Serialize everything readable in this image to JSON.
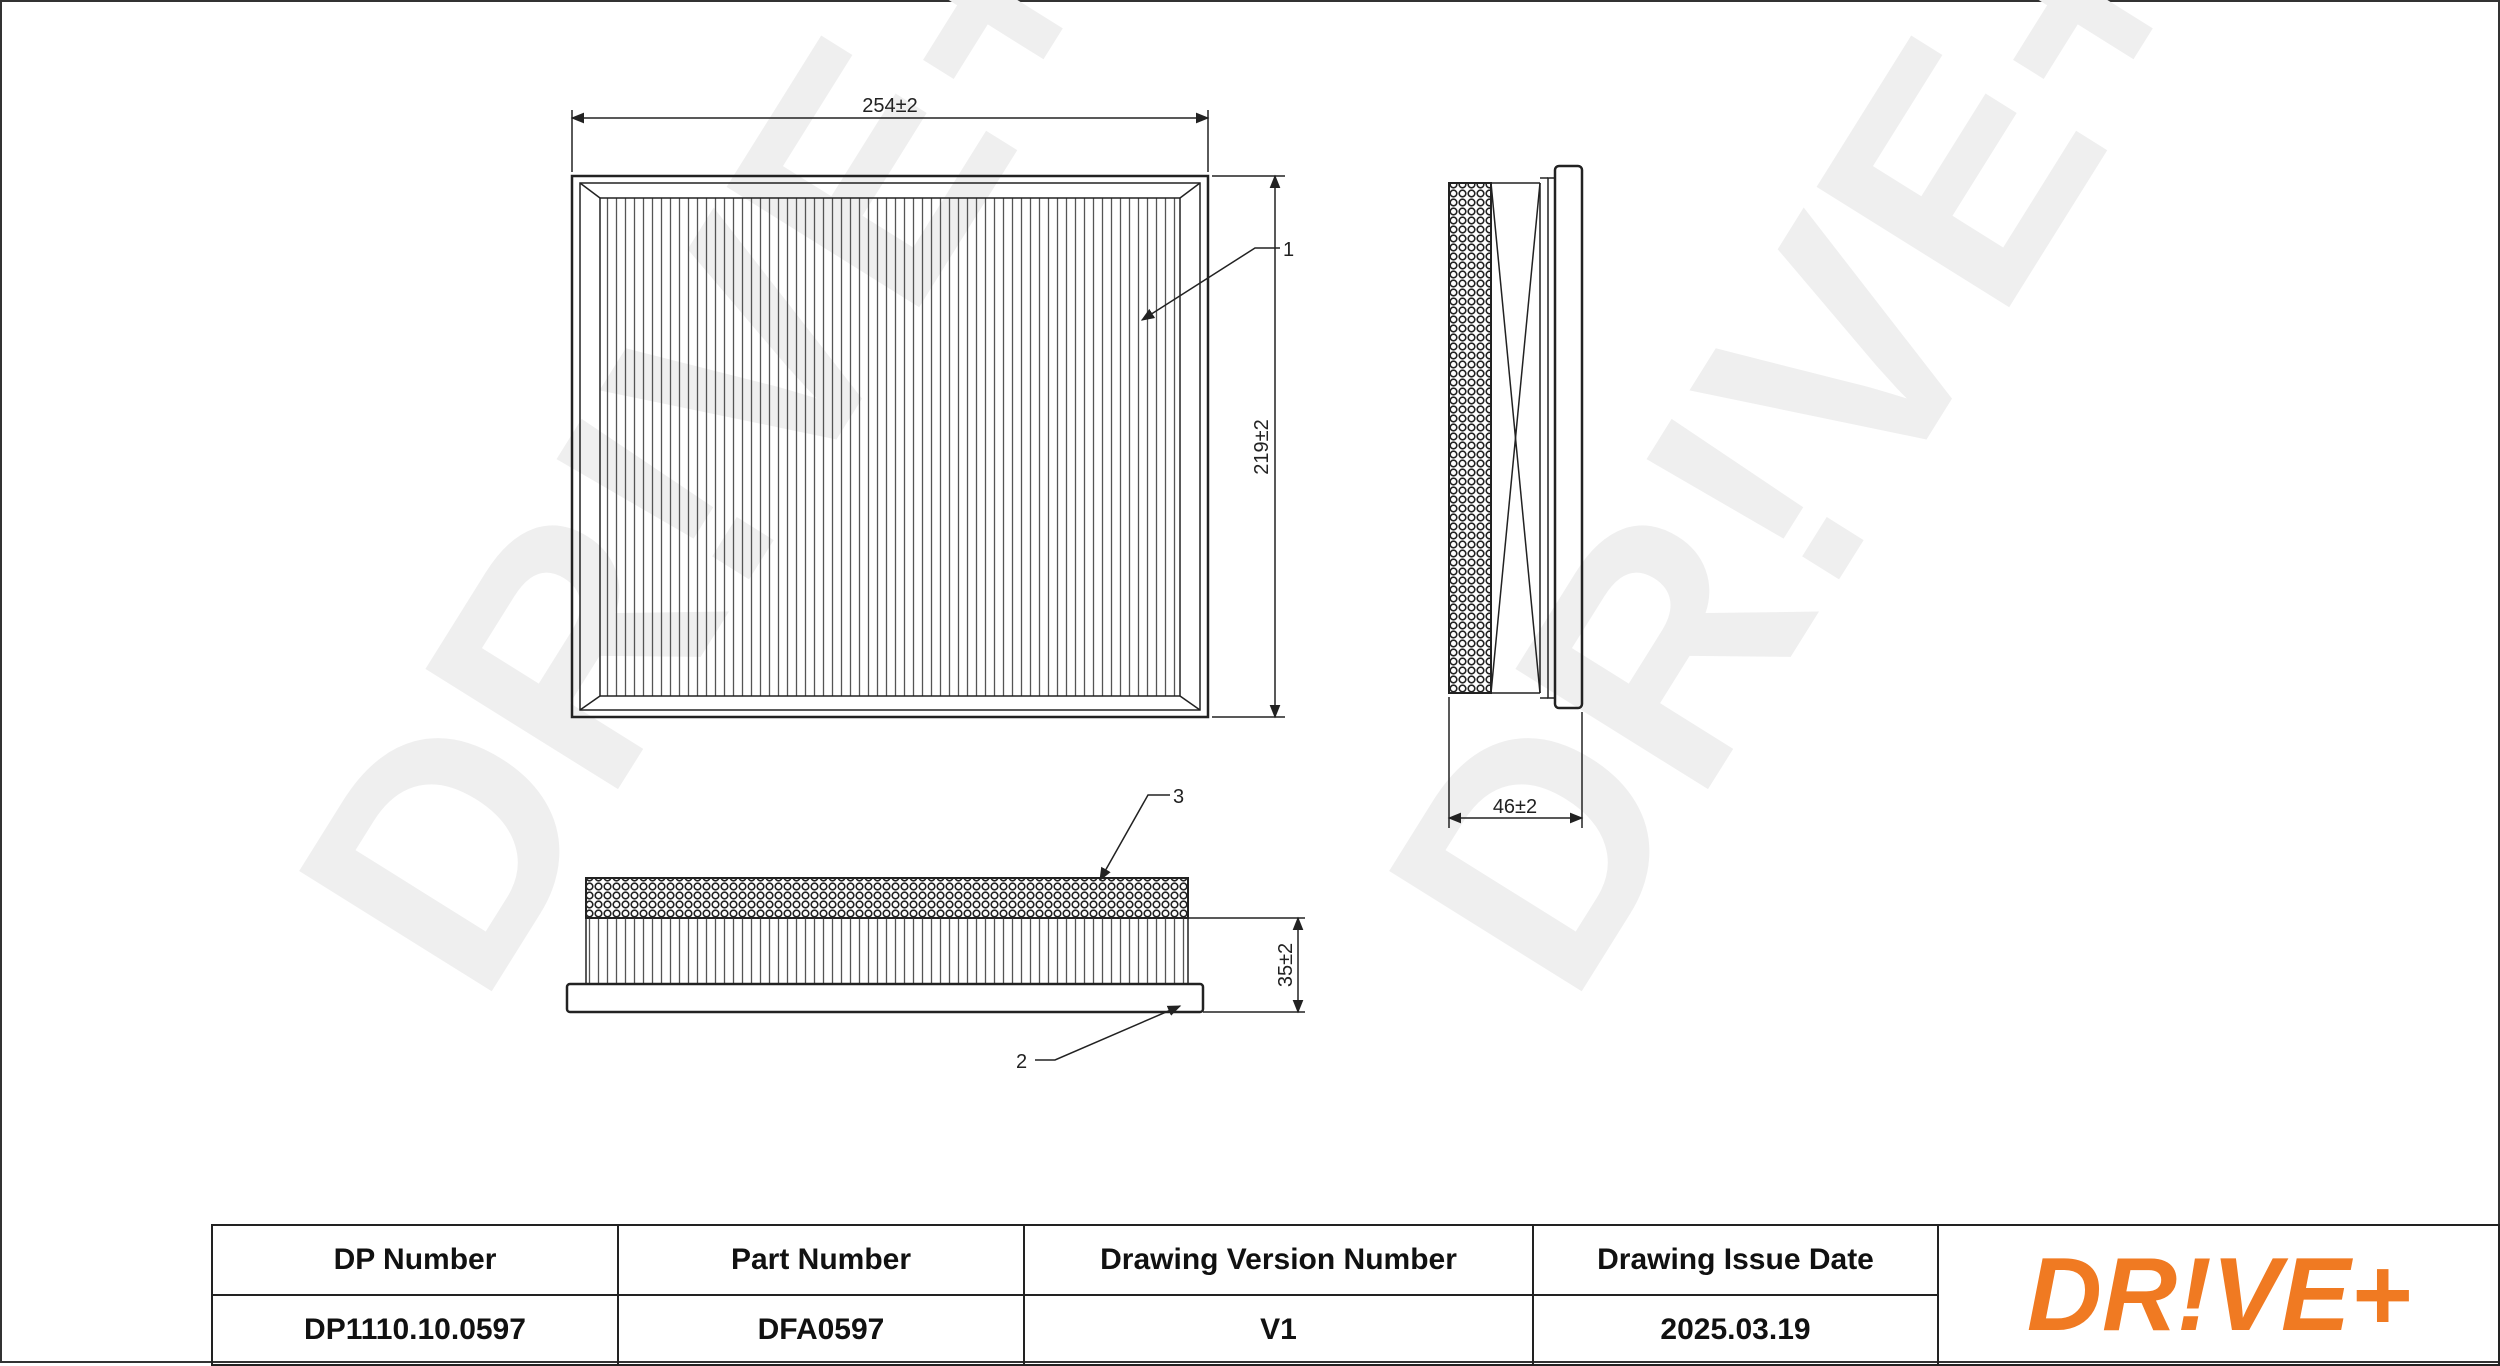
{
  "drawing": {
    "dimensions": {
      "width": "254±2",
      "height": "219±2",
      "depth": "46±2",
      "profile": "35±2"
    },
    "callouts": {
      "c1": "1",
      "c2": "2",
      "c3": "3"
    }
  },
  "title_block": {
    "headers": [
      "DP Number",
      "Part Number",
      "Drawing Version Number",
      "Drawing Issue Date"
    ],
    "values": [
      "DP1110.10.0597",
      "DFA0597",
      "V1",
      "2025.03.19"
    ]
  },
  "logo": {
    "text": "DR!VE+",
    "color": "#f07a22"
  },
  "watermark": {
    "text": "DR!VE+",
    "color": "#efefef"
  }
}
